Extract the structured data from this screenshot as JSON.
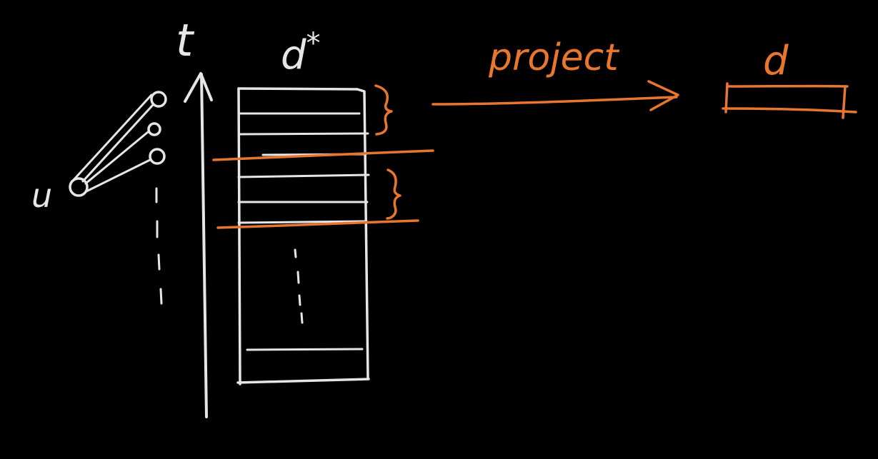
{
  "labels": {
    "time_axis": "t",
    "input_dim": "d*",
    "input_dim_base": "d",
    "input_dim_star": "*",
    "user": "u",
    "arrow_label": "project",
    "output_dim": "d"
  },
  "colors": {
    "background": "#000000",
    "chalk_white": "#e6e6e6",
    "accent_orange": "#e8762f"
  }
}
